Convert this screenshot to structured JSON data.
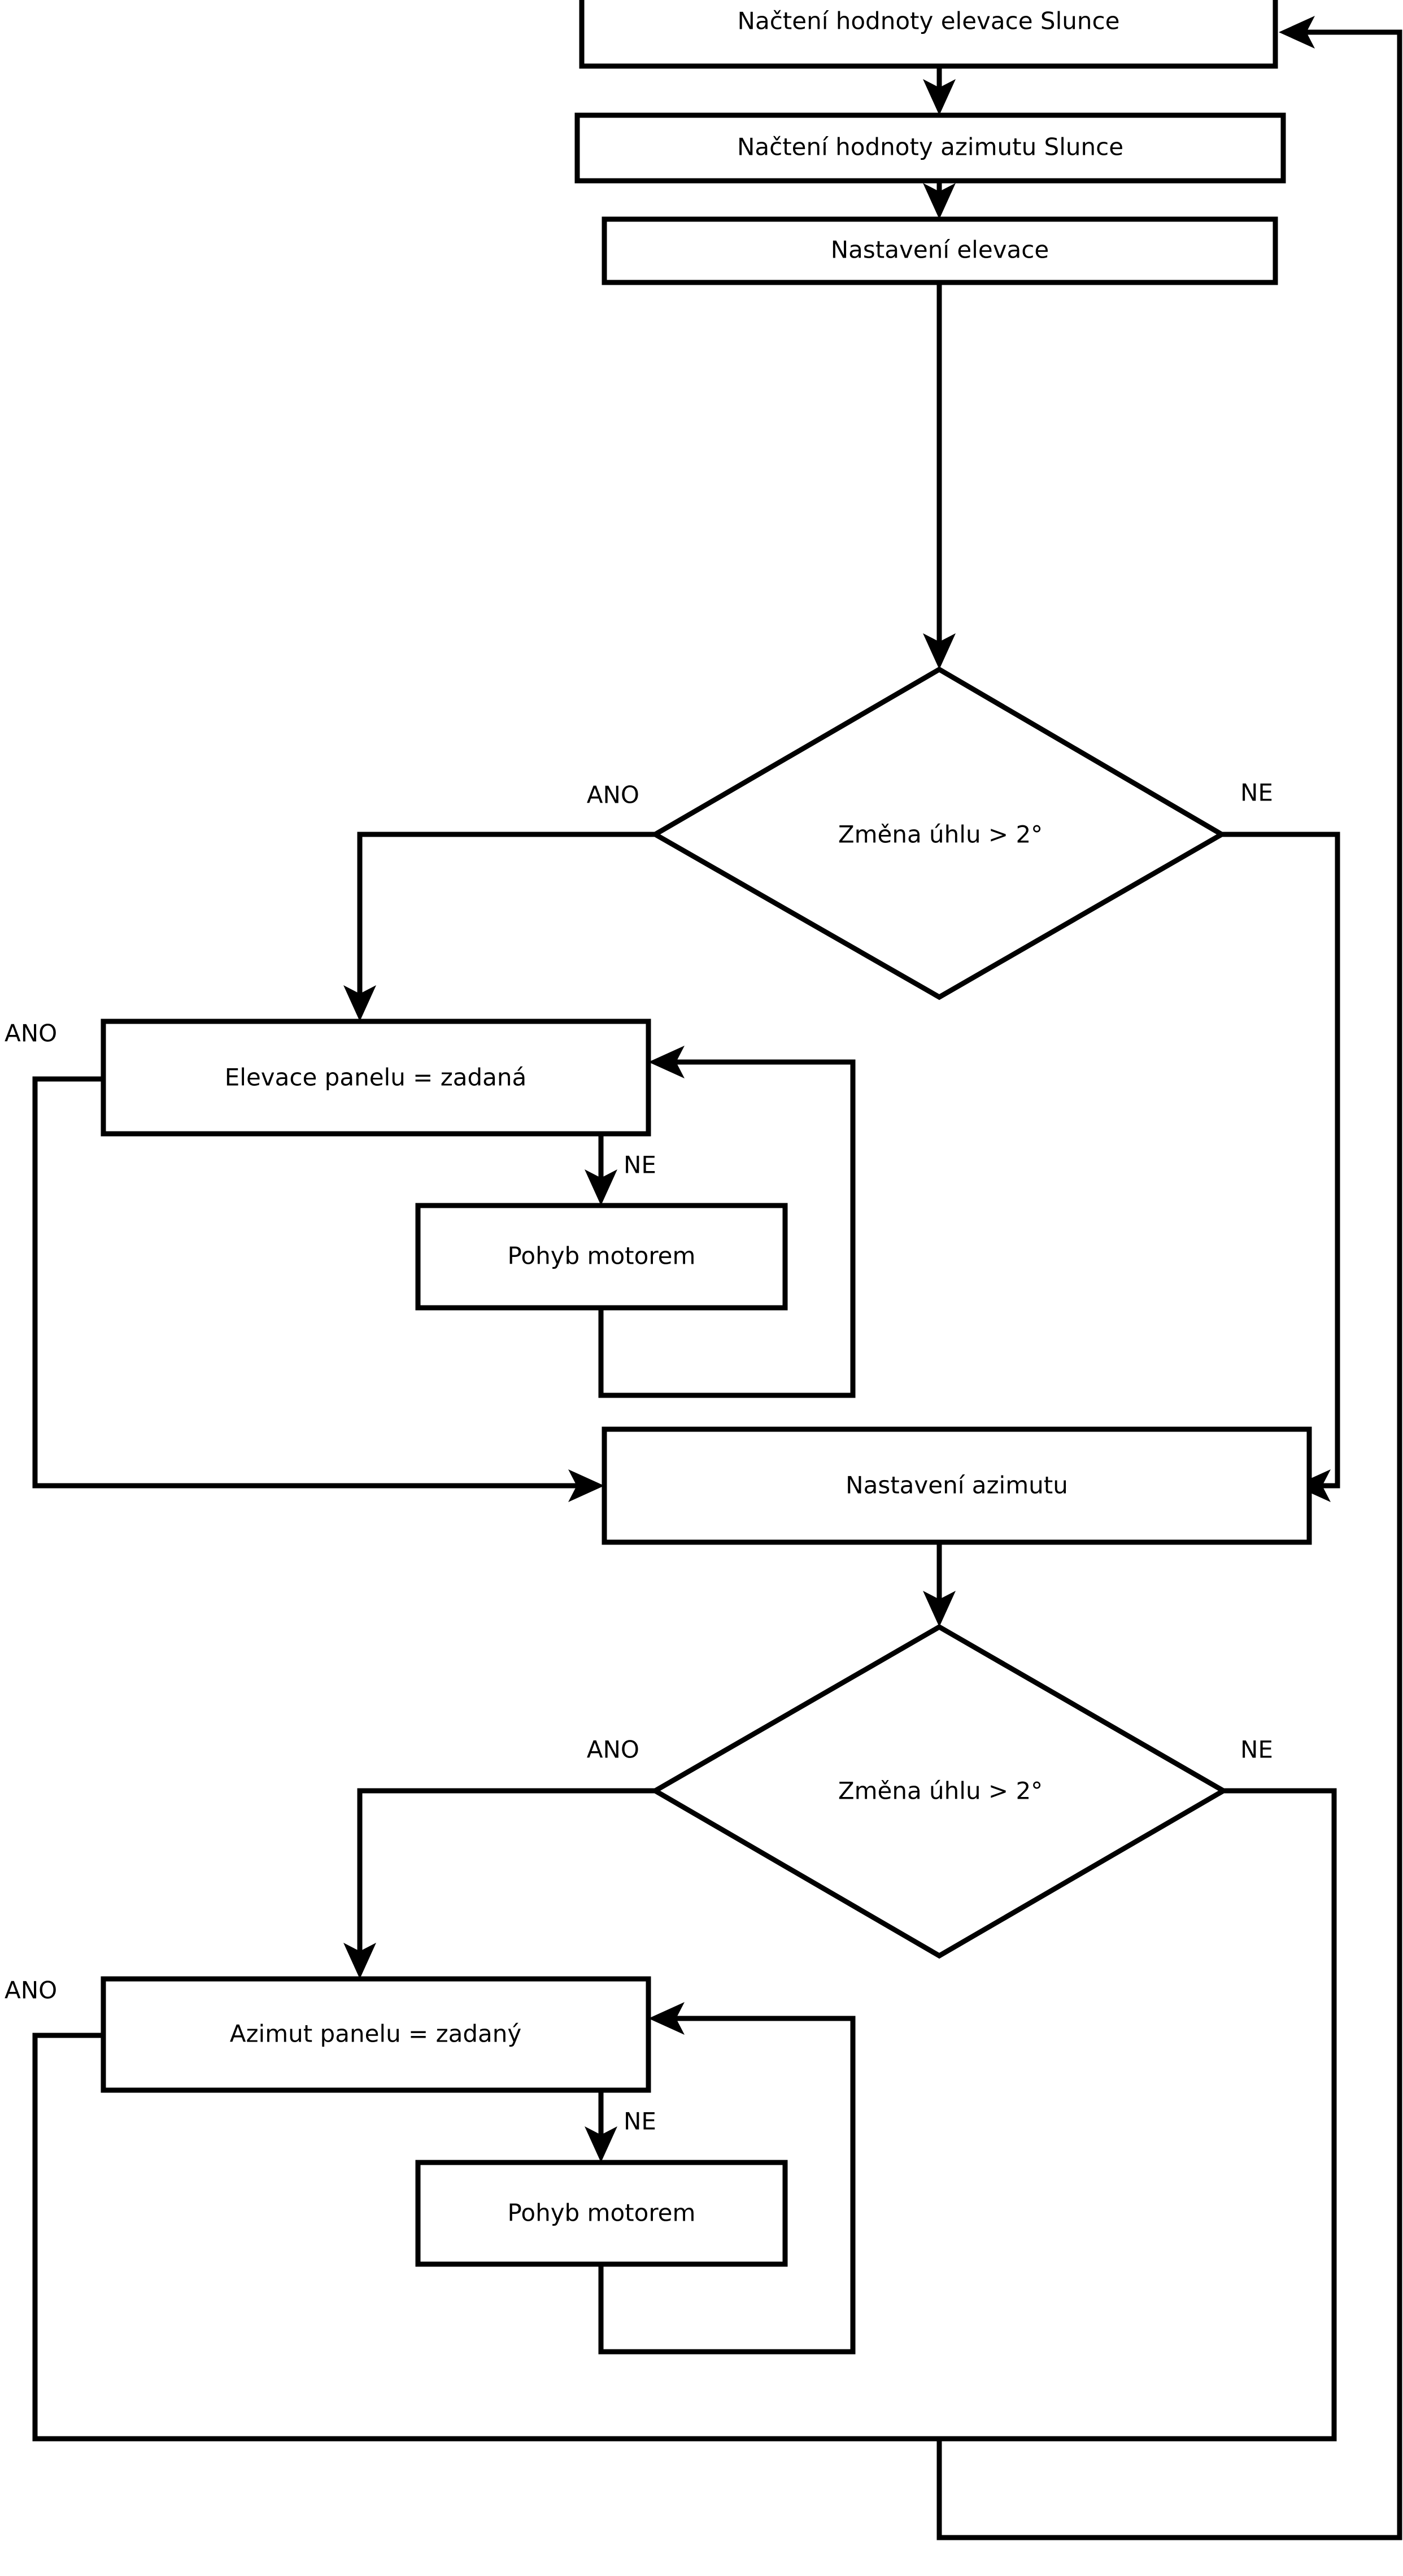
{
  "diagram": {
    "type": "flowchart",
    "language": "cs",
    "title": "",
    "colors": {
      "background": "#ffffff",
      "stroke": "#000000",
      "fill": "#ffffff",
      "text": "#000000"
    },
    "nodes": [
      {
        "id": "read_elevation",
        "shape": "process",
        "label": "Načtení hodnoty elevace Slunce"
      },
      {
        "id": "read_azimuth",
        "shape": "process",
        "label": "Načtení hodnoty azimutu Slunce"
      },
      {
        "id": "set_elevation",
        "shape": "process",
        "label": "Nastavení elevace"
      },
      {
        "id": "decide_elev",
        "shape": "decision",
        "label": "Změna úhlu > 2°"
      },
      {
        "id": "panel_elev_eq",
        "shape": "process",
        "label": "Elevace panelu = zadaná"
      },
      {
        "id": "motor_move_elev",
        "shape": "process",
        "label": "Pohyb motorem"
      },
      {
        "id": "set_azimuth",
        "shape": "process",
        "label": "Nastavení azimutu"
      },
      {
        "id": "decide_azim",
        "shape": "decision",
        "label": "Změna úhlu > 2°"
      },
      {
        "id": "panel_azim_eq",
        "shape": "process",
        "label": "Azimut panelu = zadaný"
      },
      {
        "id": "motor_move_azim",
        "shape": "process",
        "label": "Pohyb motorem"
      }
    ],
    "edges": [
      {
        "id": "e1",
        "from": "read_elevation",
        "to": "read_azimuth",
        "label": ""
      },
      {
        "id": "e2",
        "from": "read_azimuth",
        "to": "set_elevation",
        "label": ""
      },
      {
        "id": "e3",
        "from": "set_elevation",
        "to": "decide_elev",
        "label": ""
      },
      {
        "id": "e4",
        "from": "decide_elev",
        "to": "panel_elev_eq",
        "label": "ANO"
      },
      {
        "id": "e5",
        "from": "decide_elev",
        "to": "set_azimuth",
        "label": "NE"
      },
      {
        "id": "e6",
        "from": "panel_elev_eq",
        "to": "set_azimuth",
        "label": "ANO"
      },
      {
        "id": "e7",
        "from": "panel_elev_eq",
        "to": "motor_move_elev",
        "label": "NE"
      },
      {
        "id": "e8",
        "from": "motor_move_elev",
        "to": "panel_elev_eq",
        "label": ""
      },
      {
        "id": "e9",
        "from": "set_azimuth",
        "to": "decide_azim",
        "label": ""
      },
      {
        "id": "e10",
        "from": "decide_azim",
        "to": "panel_azim_eq",
        "label": "ANO"
      },
      {
        "id": "e11",
        "from": "decide_azim",
        "to": "read_elevation",
        "label": "NE"
      },
      {
        "id": "e12",
        "from": "panel_azim_eq",
        "to": "read_elevation",
        "label": "ANO"
      },
      {
        "id": "e13",
        "from": "panel_azim_eq",
        "to": "motor_move_azim",
        "label": "NE"
      },
      {
        "id": "e14",
        "from": "motor_move_azim",
        "to": "panel_azim_eq",
        "label": ""
      }
    ],
    "labels": {
      "node_read_elevation": "Načtení hodnoty elevace Slunce",
      "node_read_azimuth": "Načtení hodnoty azimutu Slunce",
      "node_set_elevation": "Nastavení elevace",
      "node_decide_elev": "Změna úhlu > 2°",
      "node_panel_elev_eq": "Elevace panelu = zadaná",
      "node_motor_move_elev": "Pohyb motorem",
      "node_set_azimuth": "Nastavení azimutu",
      "node_decide_azim": "Změna úhlu > 2°",
      "node_panel_azim_eq": "Azimut panelu = zadaný",
      "node_motor_move_azim": "Pohyb motorem",
      "edge_elev_yes": "ANO",
      "edge_elev_no": "NE",
      "edge_panel_elev_yes": "ANO",
      "edge_panel_elev_no": "NE",
      "edge_azim_yes": "ANO",
      "edge_azim_no": "NE",
      "edge_panel_azim_yes": "ANO",
      "edge_panel_azim_no": "NE"
    }
  }
}
